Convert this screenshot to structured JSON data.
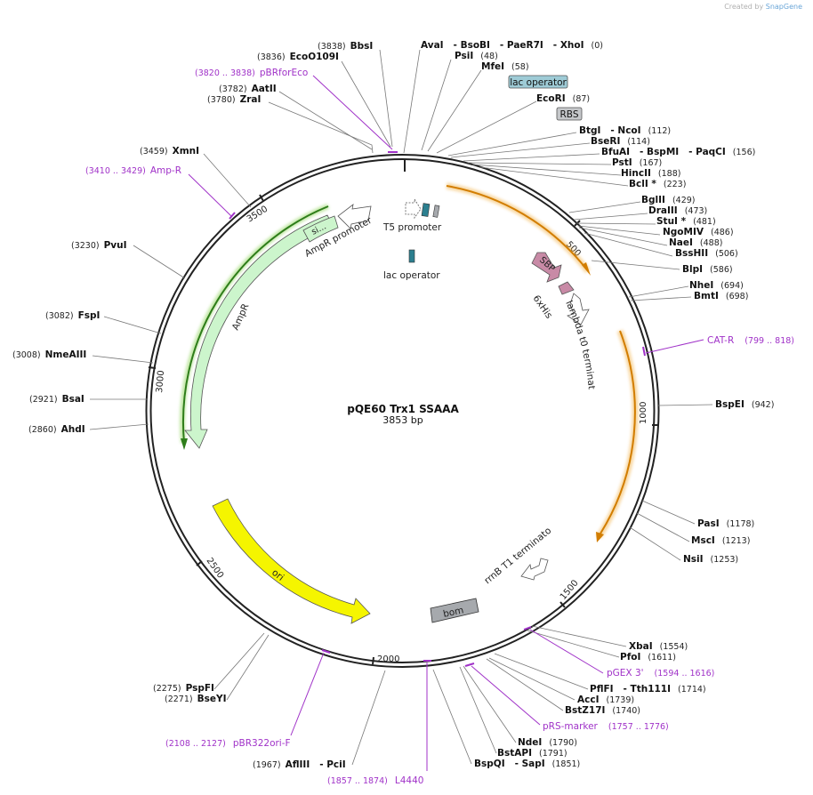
{
  "watermark": {
    "prefix": "Created by",
    "brand": "SnapGene"
  },
  "plasmid": {
    "name": "pQE60 Trx1 SSAAA",
    "size_label": "3853 bp",
    "length": 3853
  },
  "ticks": [
    "500",
    "1000",
    "1500",
    "2000",
    "2500",
    "3000",
    "3500"
  ],
  "enzymes": [
    {
      "name": "BbsI",
      "pos": "(3838)"
    },
    {
      "name": "EcoO109I",
      "pos": "(3836)"
    },
    {
      "name": "AatII",
      "pos": "(3782)"
    },
    {
      "name": "ZraI",
      "pos": "(3780)"
    },
    {
      "name": "XmnI",
      "pos": "(3459)"
    },
    {
      "name": "PvuI",
      "pos": "(3230)"
    },
    {
      "name": "FspI",
      "pos": "(3082)"
    },
    {
      "name": "NmeAIII",
      "pos": "(3008)"
    },
    {
      "name": "BsaI",
      "pos": "(2921)"
    },
    {
      "name": "AhdI",
      "pos": "(2860)"
    },
    {
      "name": "AvaI   - BsoBI   - PaeR7I   - XhoI",
      "pos": "(0)"
    },
    {
      "name": "PsiI",
      "pos": "(48)"
    },
    {
      "name": "MfeI",
      "pos": "(58)"
    },
    {
      "name": "EcoRI",
      "pos": "(87)"
    },
    {
      "name": "BtgI   - NcoI",
      "pos": "(112)"
    },
    {
      "name": "BseRI",
      "pos": "(114)"
    },
    {
      "name": "BfuAI   - BspMI   - PaqCI",
      "pos": "(156)"
    },
    {
      "name": "PstI",
      "pos": "(167)"
    },
    {
      "name": "HincII",
      "pos": "(188)"
    },
    {
      "name": "BclI *",
      "pos": "(223)"
    },
    {
      "name": "BglII",
      "pos": "(429)"
    },
    {
      "name": "DraIII",
      "pos": "(473)"
    },
    {
      "name": "StuI *",
      "pos": "(481)"
    },
    {
      "name": "NgoMIV",
      "pos": "(486)"
    },
    {
      "name": "NaeI",
      "pos": "(488)"
    },
    {
      "name": "BssHII",
      "pos": "(506)"
    },
    {
      "name": "BlpI",
      "pos": "(586)"
    },
    {
      "name": "NheI",
      "pos": "(694)"
    },
    {
      "name": "BmtI",
      "pos": "(698)"
    },
    {
      "name": "BspEI",
      "pos": "(942)"
    },
    {
      "name": "PasI",
      "pos": "(1178)"
    },
    {
      "name": "MscI",
      "pos": "(1213)"
    },
    {
      "name": "NsiI",
      "pos": "(1253)"
    },
    {
      "name": "XbaI",
      "pos": "(1554)"
    },
    {
      "name": "PfoI",
      "pos": "(1611)"
    },
    {
      "name": "PflFI   - Tth111I",
      "pos": "(1714)"
    },
    {
      "name": "AccI",
      "pos": "(1739)"
    },
    {
      "name": "BstZ17I",
      "pos": "(1740)"
    },
    {
      "name": "NdeI",
      "pos": "(1790)"
    },
    {
      "name": "BstAPI",
      "pos": "(1791)"
    },
    {
      "name": "BspQI   - SapI",
      "pos": "(1851)"
    },
    {
      "name": "AflIII   - PciI",
      "pos": "(1967)"
    },
    {
      "name": "PspFI",
      "pos": "(2275)"
    },
    {
      "name": "BseYI",
      "pos": "(2271)"
    }
  ],
  "primers": [
    {
      "name": "pBRforEco",
      "pos": "(3820 .. 3838)"
    },
    {
      "name": "Amp-R",
      "pos": "(3410 .. 3429)"
    },
    {
      "name": "CAT-R",
      "pos": "(799 .. 818)"
    },
    {
      "name": "pGEX 3'",
      "pos": "(1594 .. 1616)"
    },
    {
      "name": "pRS-marker",
      "pos": "(1757 .. 1776)"
    },
    {
      "name": "pBR322ori-F",
      "pos": "(2108 .. 2127)"
    },
    {
      "name": "L4440",
      "pos": "(1857 .. 1874)"
    }
  ],
  "boxed_labels": {
    "lac_operator": "lac operator",
    "rbs": "RBS"
  },
  "features": {
    "t5_promoter": "T5 promoter",
    "lac_operator": "lac operator",
    "sbp": "SBP",
    "his": "6xHis",
    "lambda_t0": "lambda t0 terminator",
    "rrnb_t1": "rrnB T1 terminator",
    "bom": "bom",
    "ori": "ori",
    "ampr": "AmpR",
    "ampr_promoter": "AmpR promoter",
    "si": "si…"
  },
  "colors": {
    "backbone": "#222222",
    "orf_orange": "#f0a830",
    "ampr_fill": "#ccf5cc",
    "ampr_stroke": "#2e7d1a",
    "ori_fill": "#f5f500",
    "sbp_fill": "#c88aa6",
    "lac_fill": "#2b7f8f",
    "bom_fill": "#a6a9ad",
    "primer": "#a032c8"
  }
}
